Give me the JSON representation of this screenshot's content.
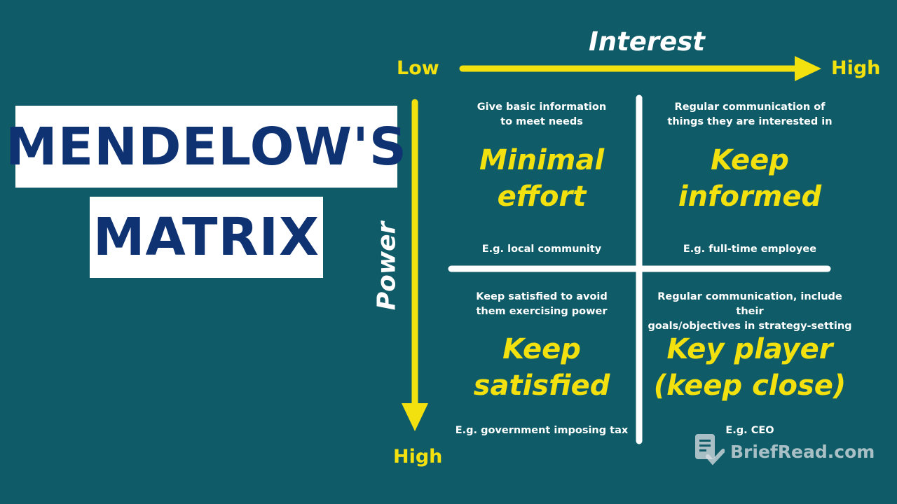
{
  "title": {
    "line1": "MENDELOW'S",
    "line2": "MATRIX"
  },
  "axes": {
    "x_title": "Interest",
    "x_low": "Low",
    "x_high": "High",
    "y_title": "Power",
    "y_high": "High"
  },
  "quadrants": [
    {
      "description": [
        "Give basic information",
        "to meet needs"
      ],
      "title": [
        "Minimal",
        "effort"
      ],
      "example": "E.g. local community"
    },
    {
      "description": [
        "Regular communication of",
        "things they are interested in"
      ],
      "title": [
        "Keep",
        "informed"
      ],
      "example": "E.g. full-time employee"
    },
    {
      "description": [
        "Keep satisfied to avoid",
        "them exercising power"
      ],
      "title": [
        "Keep",
        "satisfied"
      ],
      "example": "E.g. government imposing tax"
    },
    {
      "description": [
        "Regular communication, include their",
        "goals/objectives in strategy-setting"
      ],
      "title": [
        "Key player",
        "(keep close)"
      ],
      "example": "E.g. CEO"
    }
  ],
  "watermark": {
    "text": "BriefRead.com",
    "icon": "document-check-icon"
  },
  "colors": {
    "background": "#0f5c68",
    "accent": "#f2e10e",
    "title_text": "#0e3272"
  }
}
